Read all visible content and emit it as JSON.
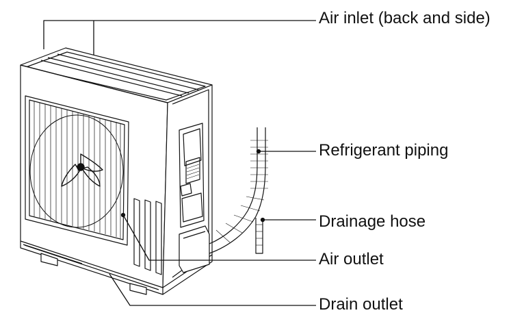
{
  "callouts": {
    "air_inlet": "Air inlet  (back and side)",
    "refrigerant_piping": "Refrigerant piping",
    "drainage_hose": "Drainage hose",
    "air_outlet": "Air outlet",
    "drain_outlet": "Drain outlet"
  },
  "colors": {
    "line": "#111111",
    "background": "#ffffff"
  }
}
